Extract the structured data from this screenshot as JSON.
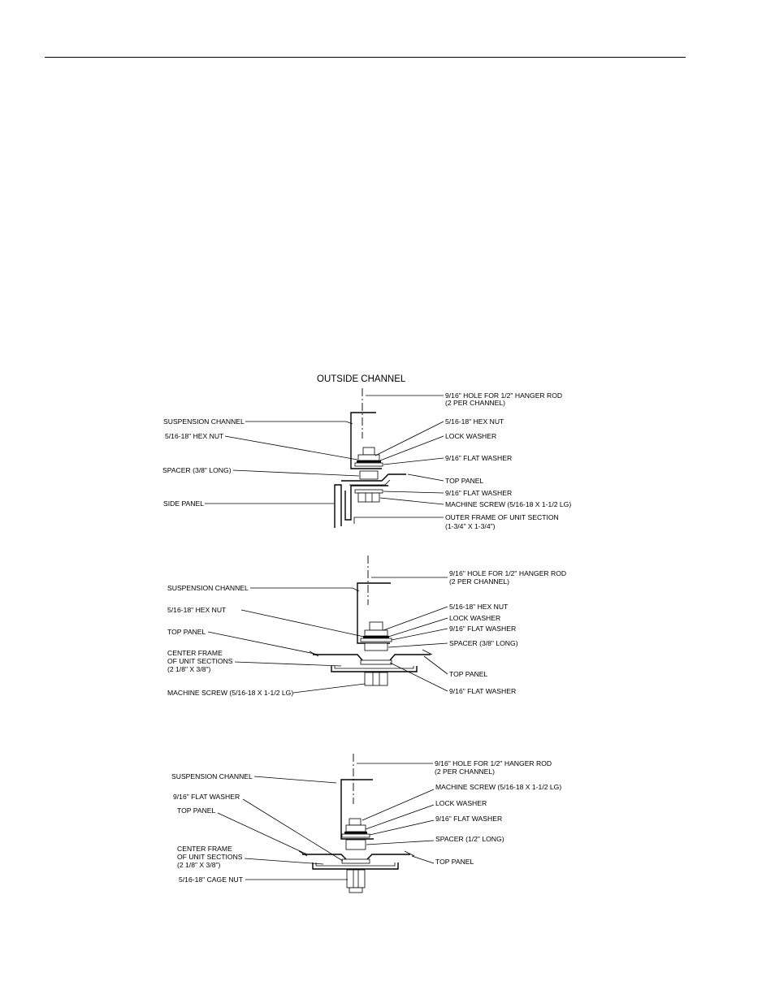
{
  "diagram1": {
    "title": "OUTSIDE CHANNEL",
    "labels": {
      "suspension_channel": "SUSPENSION CHANNEL",
      "hex_nut_left": "5/16-18\" HEX NUT",
      "spacer": "SPACER (3/8\" LONG)",
      "side_panel": "SIDE PANEL",
      "hanger_hole_1": "9/16\" HOLE FOR 1/2\" HANGER ROD",
      "hanger_hole_2": "(2 PER CHANNEL)",
      "hex_nut_right": "5/16-18\" HEX NUT",
      "lock_washer": "LOCK WASHER",
      "flat_washer_top": "9/16\" FLAT WASHER",
      "top_panel": "TOP PANEL",
      "flat_washer_bottom": "9/16\" FLAT WASHER",
      "machine_screw": "MACHINE SCREW (5/16-18 X 1-1/2 LG)",
      "outer_frame_1": "OUTER FRAME OF UNIT SECTION",
      "outer_frame_2": "(1-3/4\" X 1-3/4\")"
    }
  },
  "diagram2": {
    "labels": {
      "suspension_channel": "SUSPENSION CHANNEL",
      "hex_nut_left": "5/16-18\" HEX NUT",
      "top_panel_left": "TOP PANEL",
      "center_frame_1": "CENTER FRAME",
      "center_frame_2": "OF UNIT SECTIONS",
      "center_frame_3": "(2 1/8\" X 3/8\")",
      "machine_screw": "MACHINE SCREW (5/16-18 X 1-1/2 LG)",
      "hanger_hole_1": "9/16\" HOLE FOR 1/2\" HANGER ROD",
      "hanger_hole_2": "(2 PER CHANNEL)",
      "hex_nut_right": "5/16-18\" HEX NUT",
      "lock_washer": "LOCK WASHER",
      "flat_washer_top": "9/16\" FLAT WASHER",
      "spacer": "SPACER (3/8\" LONG)",
      "top_panel_right": "TOP PANEL",
      "flat_washer_bottom": "9/16\" FLAT WASHER"
    }
  },
  "diagram3": {
    "labels": {
      "suspension_channel": "SUSPENSION CHANNEL",
      "flat_washer_left": "9/16\" FLAT WASHER",
      "top_panel_left": "TOP PANEL",
      "center_frame_1": "CENTER FRAME",
      "center_frame_2": "OF UNIT SECTIONS",
      "center_frame_3": "(2 1/8\" X 3/8\")",
      "cage_nut": "5/16-18\" CAGE NUT",
      "hanger_hole_1": "9/16\" HOLE FOR 1/2\" HANGER ROD",
      "hanger_hole_2": "(2 PER CHANNEL)",
      "machine_screw": "MACHINE SCREW (5/16-18 X 1-1/2 LG)",
      "lock_washer": "LOCK WASHER",
      "flat_washer_right": "9/16\" FLAT WASHER",
      "spacer": "SPACER (1/2\" LONG)",
      "top_panel_right": "TOP PANEL"
    }
  }
}
